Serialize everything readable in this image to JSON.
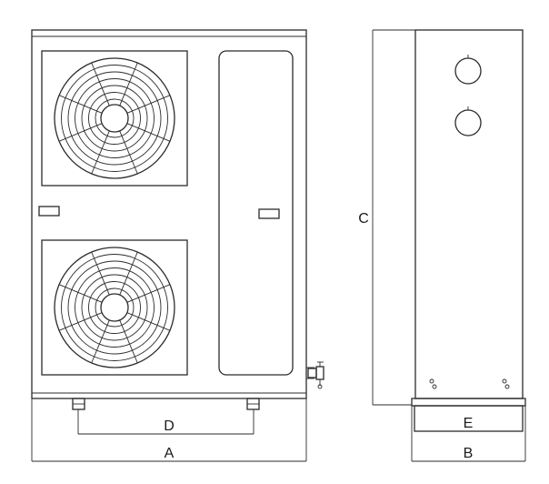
{
  "diagram": {
    "labels": {
      "a": "A",
      "b": "B",
      "c": "C",
      "d": "D",
      "e": "E"
    },
    "front_view": {
      "fans": 2,
      "fan_rings": 7,
      "fan_spokes": 8
    },
    "side_view": {
      "pipe_connections": 2
    }
  }
}
